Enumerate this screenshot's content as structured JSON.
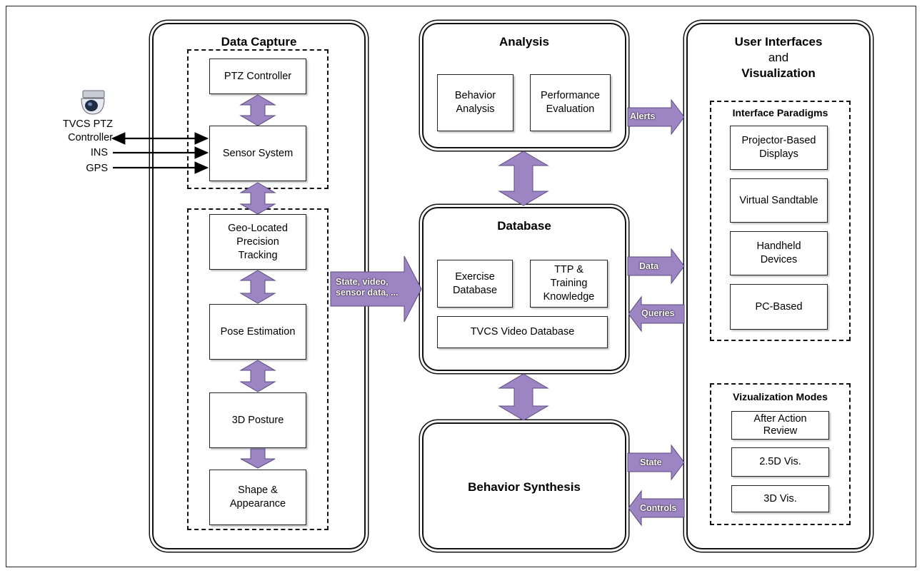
{
  "colors": {
    "arrow_fill": "#9d85c4",
    "arrow_stroke": "#5b4a80",
    "border": "#111111"
  },
  "data_capture": {
    "title": "Data Capture",
    "ptz_controller": "PTZ Controller",
    "sensor_system": "Sensor System",
    "geo_located": "Geo-Located\nPrecision\nTracking",
    "pose_estimation": "Pose Estimation",
    "posture_3d": "3D Posture",
    "shape_appearance": "Shape &\nAppearance"
  },
  "inputs": {
    "camera_icon": "ptz-camera-icon",
    "tvcs_ptz": "TVCS PTZ",
    "controller": "Controller",
    "ins": "INS",
    "gps": "GPS"
  },
  "analysis": {
    "title": "Analysis",
    "behavior_analysis": "Behavior\nAnalysis",
    "performance_evaluation": "Performance\nEvaluation"
  },
  "database": {
    "title": "Database",
    "exercise_database": "Exercise\nDatabase",
    "ttp_knowledge": "TTP &\nTraining\nKnowledge",
    "tvcs_video_database": "TVCS Video Database"
  },
  "behavior_synthesis": {
    "title": "Behavior Synthesis"
  },
  "user_interfaces": {
    "title_line1": "User Interfaces",
    "title_line2": "and",
    "title_line3": "Visualization",
    "interface_paradigms": {
      "title": "Interface Paradigms",
      "items": [
        "Projector-Based\nDisplays",
        "Virtual Sandtable",
        "Handheld\nDevices",
        "PC-Based"
      ]
    },
    "visualization_modes": {
      "title": "Vizualization Modes",
      "items": [
        "After Action\nReview",
        "2.5D Vis.",
        "3D Vis."
      ]
    }
  },
  "arrows": {
    "state_video": "State, video,\nsensor data, ...",
    "alerts": "Alerts",
    "data": "Data",
    "queries": "Queries",
    "state": "State",
    "controls": "Controls"
  }
}
